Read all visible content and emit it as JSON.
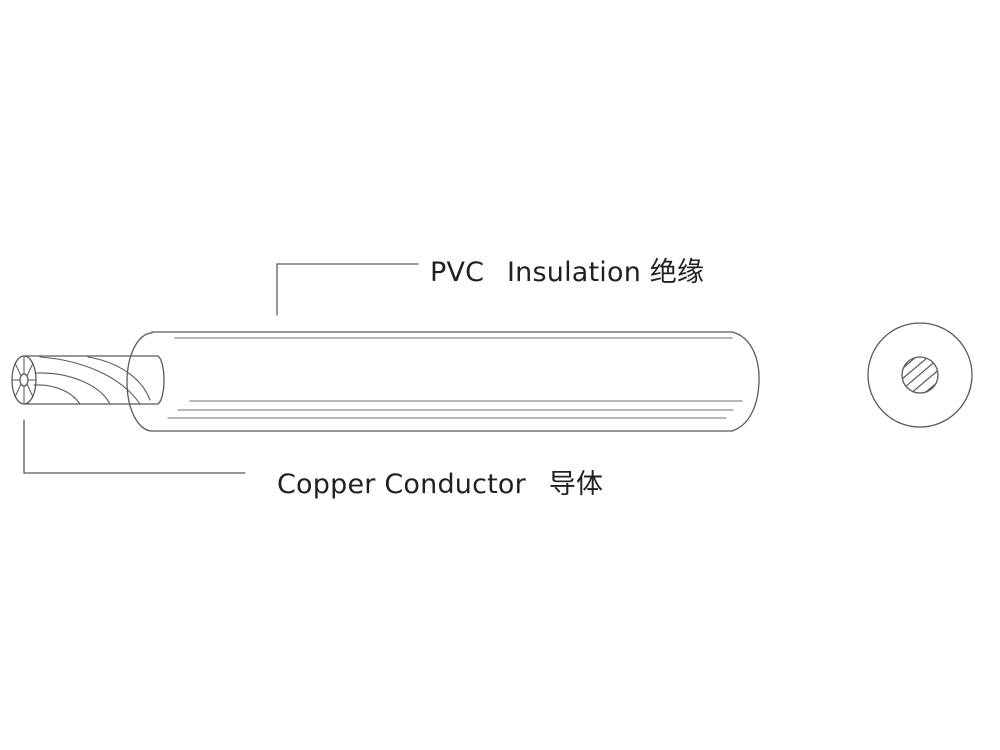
{
  "diagram": {
    "title": "Single-core PVC insulated copper wire",
    "labels": {
      "insulation": {
        "material": "PVC",
        "name": "Insulation",
        "chinese": "绝缘"
      },
      "conductor": {
        "material": "Copper",
        "name": "Conductor",
        "chinese": "导体"
      }
    },
    "colors": {
      "line": "#5a5a5a",
      "text": "#231f20",
      "background": "#ffffff"
    }
  }
}
